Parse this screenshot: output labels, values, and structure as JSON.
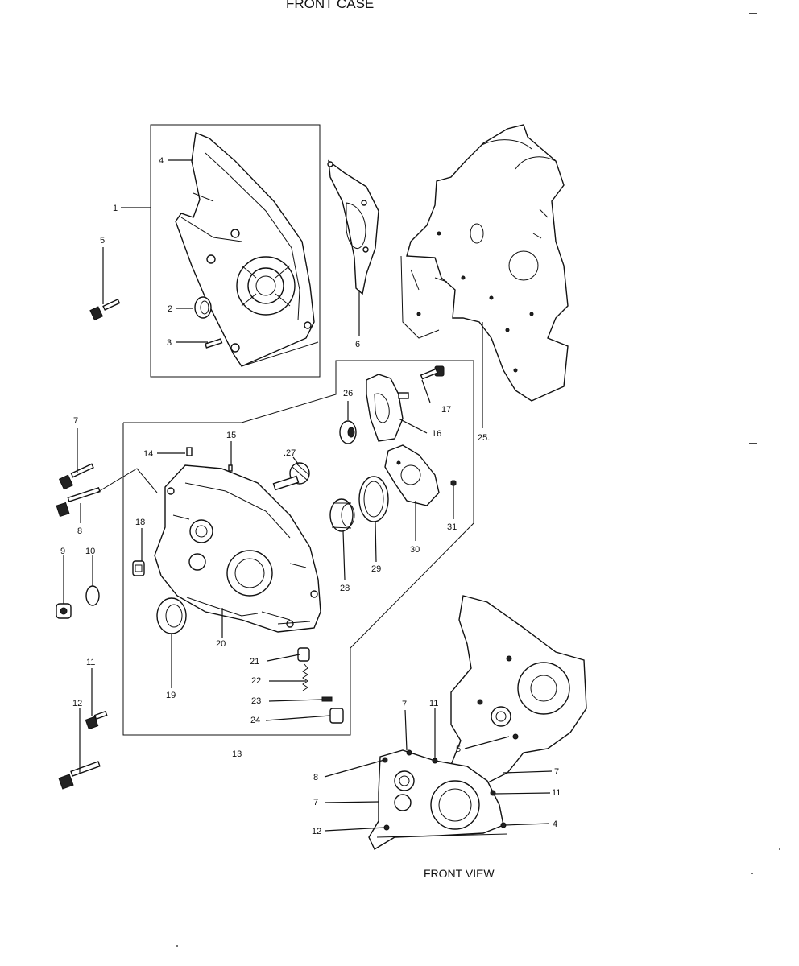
{
  "title": "FRONT CASE",
  "front_view_caption": "FRONT VIEW",
  "callouts": {
    "c1": "1",
    "c2": "2",
    "c3": "3",
    "c4": "4",
    "c5": "5",
    "c6": "6",
    "c7": "7",
    "c8": "8",
    "c9": "9",
    "c10": "10",
    "c11": "11",
    "c12": "12",
    "c13": "13",
    "c14": "14",
    "c15": "15",
    "c16": "16",
    "c17": "17",
    "c18": "18",
    "c19": "19",
    "c20": "20",
    "c21": "21",
    "c22": "22",
    "c23": "23",
    "c24": "24",
    "c25": "25.",
    "c26": "26",
    "c27": ".27",
    "c28": "28",
    "c29": "29",
    "c30": "30",
    "c31": "31"
  },
  "front_view_callouts": {
    "f7a": "7",
    "f11a": "11",
    "f5": "5",
    "f7b": "7",
    "f8": "8",
    "f11b": "11",
    "f7c": "7",
    "f12": "12",
    "f4": "4"
  }
}
